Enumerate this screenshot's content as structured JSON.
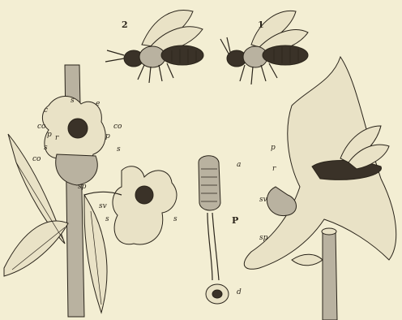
{
  "figure_numbers": {
    "bee_2": "2",
    "bee_1": "1"
  },
  "left_flower_labels": {
    "top_s": "s",
    "top_e": "e",
    "left_c": "c",
    "left_co": "co",
    "right_co": "co",
    "p": "p",
    "r": "r",
    "p2": "p",
    "s_left": "s",
    "s_right": "s",
    "co_bottom": "co",
    "sp": "sp",
    "sv": "sv",
    "s_lower": "s",
    "s_lower_right": "s"
  },
  "pollinium_labels": {
    "a": "a",
    "P": "P",
    "d": "d"
  },
  "right_section_labels": {
    "p": "p",
    "r": "r",
    "sv": "sv",
    "sp": "sp"
  }
}
